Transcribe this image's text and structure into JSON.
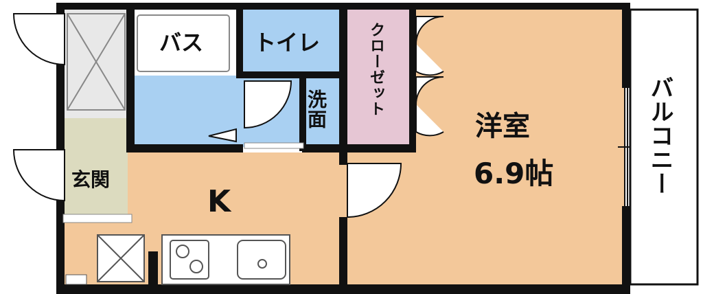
{
  "floorplan": {
    "rooms": {
      "bath": {
        "label": "バス",
        "color": "#ffffff"
      },
      "toilet": {
        "label": "トイレ",
        "color": "#a9d0f2"
      },
      "washroom": {
        "label": "洗面",
        "color": "#a9d0f2"
      },
      "closet": {
        "label": "クローゼット",
        "color": "#e6c6d4"
      },
      "western": {
        "label": "洋室",
        "size": "6.9帖",
        "color": "#f3c89a"
      },
      "kitchen": {
        "label": "K",
        "color": "#f3c89a"
      },
      "entrance": {
        "label": "玄関",
        "color": "#dcdbbf"
      },
      "balcony": {
        "label": "バルコニー",
        "color": "#ffffff"
      }
    },
    "wall_color": "#111111"
  }
}
